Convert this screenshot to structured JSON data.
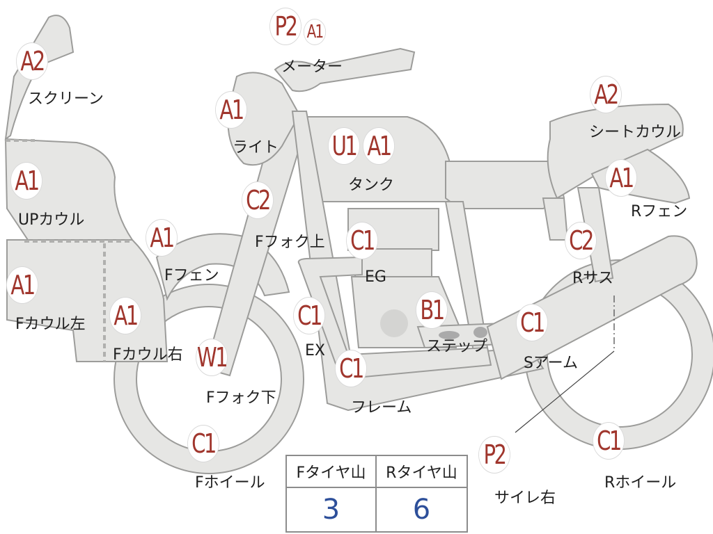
{
  "parts": [
    {
      "id": "screen",
      "code": "A2",
      "name": "スクリーン"
    },
    {
      "id": "meter",
      "code": "P2",
      "code2": "A1",
      "name": "メーター"
    },
    {
      "id": "light",
      "code": "A1",
      "name": "ライト"
    },
    {
      "id": "tank",
      "code": "U1",
      "code2": "A1",
      "name": "タンク"
    },
    {
      "id": "seat-cowl",
      "code": "A2",
      "name": "シートカウル"
    },
    {
      "id": "up-cowl",
      "code": "A1",
      "name": "UPカウル"
    },
    {
      "id": "r-fender",
      "code": "A1",
      "name": "Rフェン"
    },
    {
      "id": "f-fork-upper",
      "code": "C2",
      "name": "Fフォク上"
    },
    {
      "id": "f-fender",
      "code": "A1",
      "name": "Fフェン"
    },
    {
      "id": "engine",
      "code": "C1",
      "name": "EG"
    },
    {
      "id": "r-suspension",
      "code": "C2",
      "name": "Rサス"
    },
    {
      "id": "f-cowl-left",
      "code": "A1",
      "name": "Fカウル左"
    },
    {
      "id": "f-cowl-right",
      "code": "A1",
      "name": "Fカウル右"
    },
    {
      "id": "exhaust",
      "code": "C1",
      "name": "EX"
    },
    {
      "id": "step",
      "code": "B1",
      "name": "ステップ"
    },
    {
      "id": "swing-arm",
      "code": "C1",
      "name": "Sアーム"
    },
    {
      "id": "f-fork-lower",
      "code": "W1",
      "name": "Fフォク下"
    },
    {
      "id": "frame",
      "code": "C1",
      "name": "フレーム"
    },
    {
      "id": "muffler-right",
      "code": "P2",
      "name": "サイレ右"
    },
    {
      "id": "f-wheel",
      "code": "C1",
      "name": "Fホイール"
    },
    {
      "id": "r-wheel",
      "code": "C1",
      "name": "Rホイール"
    }
  ],
  "tire_table": {
    "front_label": "Fタイヤ山",
    "rear_label": "Rタイヤ山",
    "front_value": "3",
    "rear_value": "6"
  },
  "colors": {
    "code": "#a0362d",
    "value": "#2d4f9a",
    "body": "#e6e6e4"
  }
}
